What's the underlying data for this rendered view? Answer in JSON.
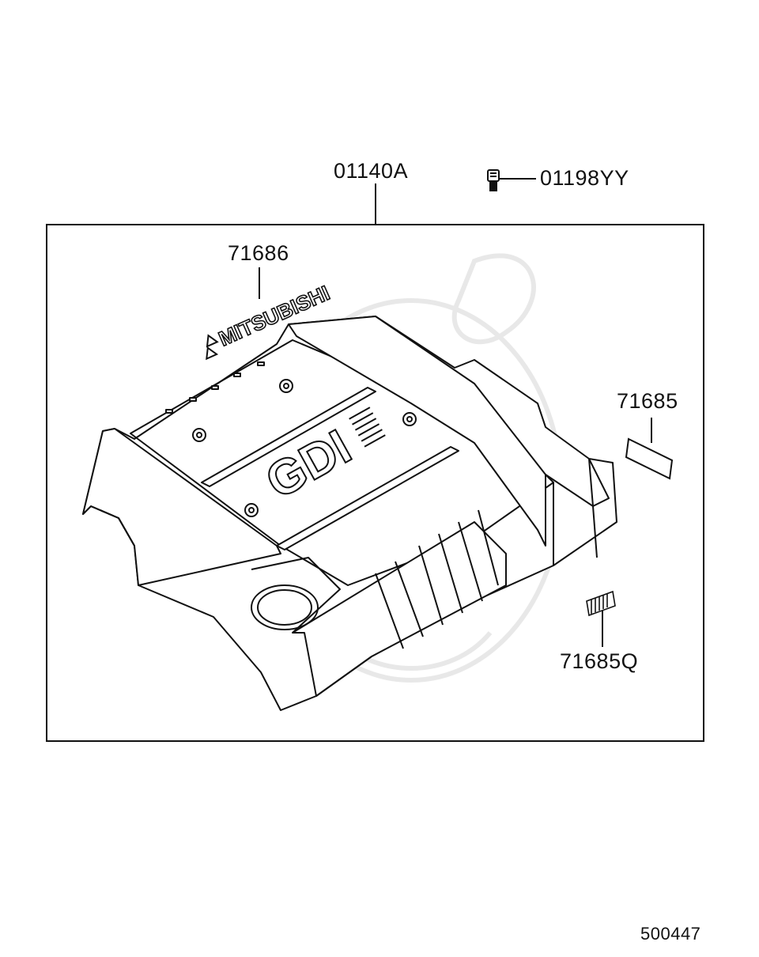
{
  "diagram": {
    "part_labels": {
      "assembly": "01140A",
      "screw": "01198YY",
      "emblem_mitsubishi": "71686",
      "label_plain": "71685",
      "label_hatched": "71685Q"
    },
    "cover_marking": "GDI",
    "emblem_text": "MITSUBISHI",
    "figure_number": "500447"
  },
  "colors": {
    "line": "#111111",
    "watermark": "#e6e6e6",
    "background": "#ffffff"
  }
}
